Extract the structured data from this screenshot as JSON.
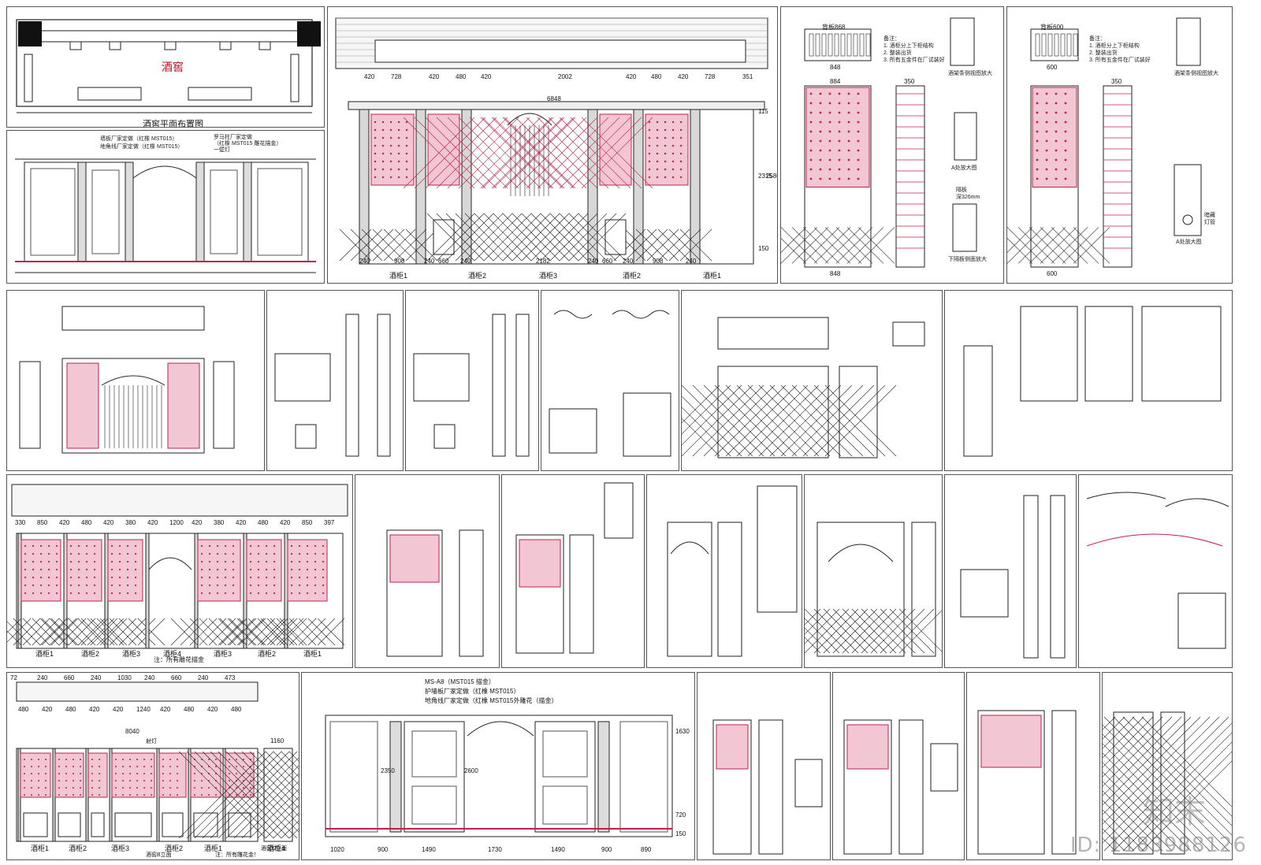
{
  "plan": {
    "title": "酒窖平面布置图",
    "room_label": "酒窖"
  },
  "elev1": {
    "labels": [
      "墙板厂家定做（红橡 MST015）",
      "地角线厂家定做（红橡 MST015）",
      "罗马柱厂家定做",
      "（红橡 MST015 雕花描金）",
      "一壁灯"
    ]
  },
  "main": {
    "top_dims": [
      "420",
      "728",
      "420",
      "480",
      "420",
      "2002",
      "420",
      "480",
      "420",
      "728",
      "351"
    ],
    "overall_width": "6848",
    "height_dims": [
      "115",
      "2315",
      "2580",
      "150"
    ],
    "bottom_dims": [
      "240",
      "908",
      "240",
      "660",
      "240",
      "2182",
      "240",
      "660",
      "240",
      "908",
      "240"
    ],
    "cabinet_labels": [
      "酒柜1",
      "酒柜2",
      "酒柜3",
      "酒柜2",
      "酒柜1"
    ]
  },
  "detail1": {
    "top_label": "背板868",
    "dims": [
      "848",
      "884",
      "350",
      "848"
    ],
    "notes": "备注：\n1. 酒柜分上下柜结构\n2. 整装出货\n3. 所有五金件在厂试装好",
    "side_label": "酒架条侧视图放大",
    "callout": "A处放大图",
    "shelf_label": "隔板\n深326mm",
    "shelf_caption": "下隔板侧面放大"
  },
  "detail2": {
    "top_label": "背板600",
    "dims": [
      "600",
      "600",
      "350"
    ],
    "notes": "备注：\n1. 酒柜分上下柜结构\n2. 整装出货\n3. 所有五金件在厂试装好",
    "side_label": "酒架条侧视图放大",
    "callout": "A处放大图",
    "light_label": "暗藏\n灯管"
  },
  "row3": {
    "top_dims": [
      "330",
      "850",
      "420",
      "480",
      "420",
      "380",
      "420",
      "1200",
      "420",
      "380",
      "420",
      "480",
      "420",
      "850",
      "397"
    ],
    "cabinet_labels": [
      "酒柜1",
      "酒柜2",
      "酒柜3",
      "酒柜4",
      "酒柜3",
      "酒柜2",
      "酒柜1"
    ],
    "note": "注：所有雕花描金"
  },
  "row4": {
    "top_dims": [
      "72",
      "240",
      "660",
      "240",
      "1030",
      "240",
      "660",
      "240",
      "473"
    ],
    "lower_dims": [
      "480",
      "420",
      "480",
      "420",
      "420",
      "1240",
      "420",
      "480",
      "420",
      "480"
    ],
    "overall": "8040",
    "spot_label": "射灯",
    "side_dim": "1160",
    "cabinet_labels": [
      "酒柜1",
      "酒柜2",
      "酒柜3",
      "酒柜2",
      "酒柜1",
      "酒柜4"
    ],
    "note": "注：所有雕花金！",
    "caption_b": "酒窖B立面",
    "caption_c": "酒窖C立面"
  },
  "row4b": {
    "labels": [
      "MS-A8（MST015 描金）",
      "护墙板厂家定做（红橡 MST015）",
      "地角线厂家定做（红橡 MST015外雕花（描金）"
    ],
    "bottom_dims": [
      "1020",
      "900",
      "1490",
      "1730",
      "1490",
      "900",
      "890"
    ],
    "height_dims": [
      "2350",
      "2600",
      "1630",
      "720",
      "150"
    ]
  },
  "watermark": {
    "id": "ID: 1183988126",
    "logo": "知末"
  },
  "colors": {
    "line": "#222222",
    "accent": "#c0204a",
    "pink": "#f2c6d2",
    "grey": "#777777"
  }
}
